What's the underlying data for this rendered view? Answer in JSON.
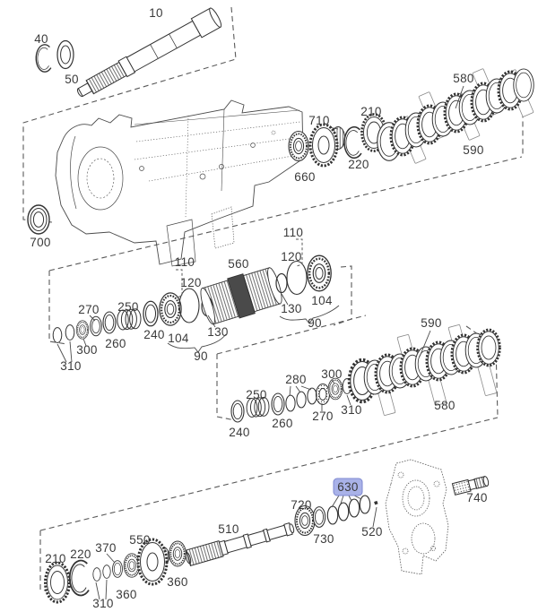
{
  "meta": {
    "description": "Exploded parts diagram of a transmission / gearbox assembly",
    "background": "#ffffff",
    "line_color": "#3a3a3a",
    "selected_part": "630",
    "highlight_fill": "#a9b2e8",
    "highlight_border": "#7e88d0"
  },
  "labels": {
    "p10": "10",
    "p40": "40",
    "p50": "50",
    "p700": "700",
    "p710": "710",
    "p660": "660",
    "p220a": "220",
    "p210a": "210",
    "p580a": "580",
    "p590a": "590",
    "p110a": "110",
    "p120a": "120",
    "p560": "560",
    "p110b": "110",
    "p120b": "120",
    "p104b": "104",
    "p130b": "130",
    "p90b": "90",
    "p270a": "270",
    "p250a": "250",
    "p300a": "300",
    "p260a": "260",
    "p310a": "310",
    "p240a": "240",
    "p104a": "104",
    "p130a": "130",
    "p90a": "90",
    "p240b": "240",
    "p250b": "250",
    "p260b": "260",
    "p280": "280",
    "p300b": "300",
    "p270b": "270",
    "p310b": "310",
    "p590b": "590",
    "p580b": "580",
    "p720": "720",
    "p630": "630",
    "p730": "730",
    "p520": "520",
    "p740": "740",
    "p510": "510",
    "p550": "550",
    "p370": "370",
    "p220b": "220",
    "p210b": "210",
    "p360a": "360",
    "p310c": "310",
    "p360b": "360"
  }
}
